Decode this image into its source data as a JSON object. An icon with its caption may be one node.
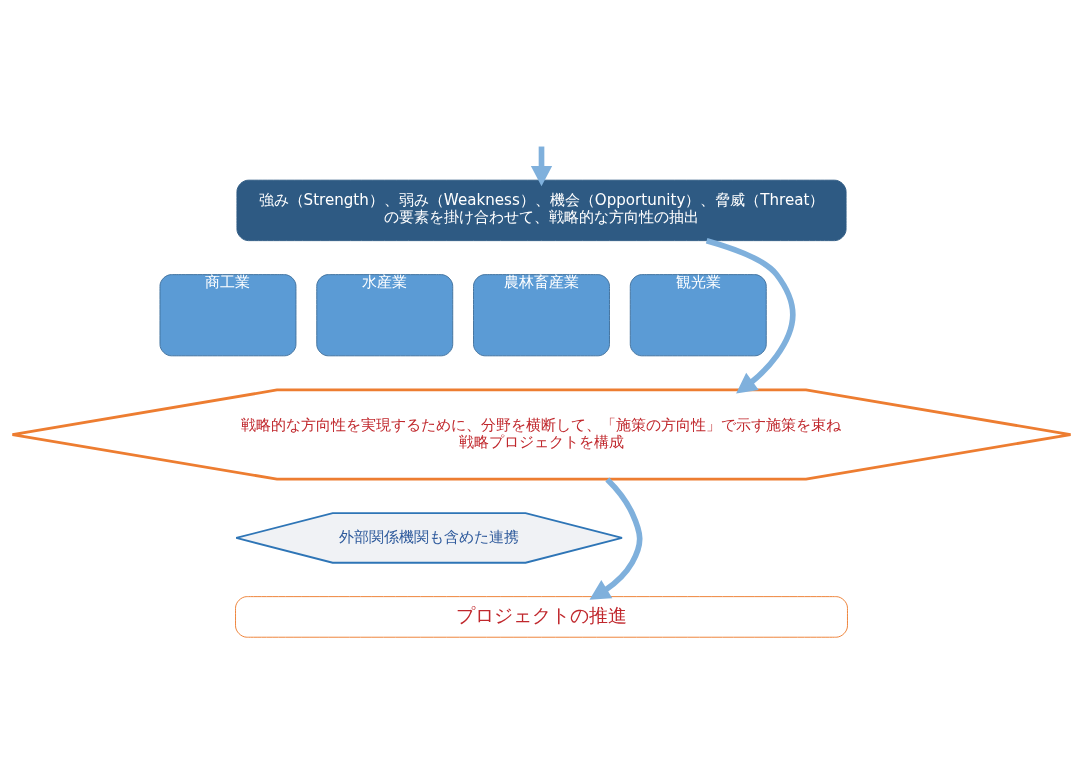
{
  "diagram": {
    "nodes": [
      {
        "text": [
          "強み（Strength）、弱み（Weakness）、機会（Opportunity）、脅威（Threat）の要素を掛け合わせて、戦略的な方向性の抽出"
        ]
      },
      {
        "text": [
          "商工業"
        ]
      },
      {
        "text": [
          "水産業"
        ]
      },
      {
        "text": [
          "農林畜産業"
        ]
      },
      {
        "text": [
          "観光業"
        ]
      },
      {
        "text": [
          "戦略的な方向性を実現するために、分野を横断して、「施策の方向性」で示す施策を束ね戦略プロジェクトを構成"
        ]
      },
      {
        "text": [
          "外部関係機関も含めた連携"
        ]
      },
      {
        "text": [
          "プロジェクトの推進"
        ]
      }
    ],
    "edges": [
      {
        "from": null,
        "to": 0,
        "arrow": "to"
      },
      {
        "from": 0,
        "to": 5,
        "arrow": "to"
      },
      {
        "from": 5,
        "to": 7,
        "arrow": "to"
      }
    ]
  }
}
